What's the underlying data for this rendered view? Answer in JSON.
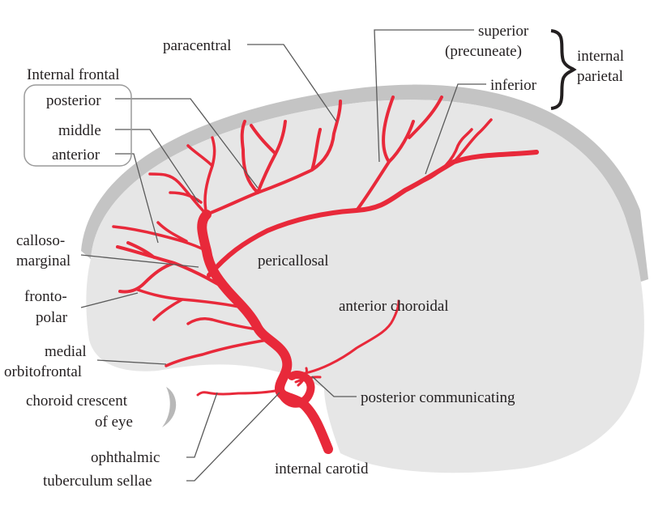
{
  "labels": {
    "paracentral": "paracentral",
    "superior": "superior",
    "precuneate": "(precuneate)",
    "internal_parietal_1": "internal",
    "internal_parietal_2": "parietal",
    "inferior": "inferior",
    "internal_frontal": "Internal frontal",
    "posterior": "posterior",
    "middle": "middle",
    "anterior": "anterior",
    "callosomarginal_1": "calloso-",
    "callosomarginal_2": "marginal",
    "pericallosal": "pericallosal",
    "frontopolar_1": "fronto-",
    "frontopolar_2": "polar",
    "anterior_choroidal": "anterior choroidal",
    "medial_orbitofrontal_1": "medial",
    "medial_orbitofrontal_2": "orbitofrontal",
    "posterior_communicating": "posterior communicating",
    "choroid_crescent_1": "choroid crescent",
    "choroid_crescent_2": "of eye",
    "ophthalmic": "ophthalmic",
    "tuberculum_sellae": "tuberculum sellae",
    "internal_carotid": "internal carotid"
  },
  "colors": {
    "artery": "#e8293a",
    "brain": "#e6e6e6",
    "skull": "#c4c4c4",
    "text": "#231f20",
    "leader": "#5a5a5a"
  }
}
